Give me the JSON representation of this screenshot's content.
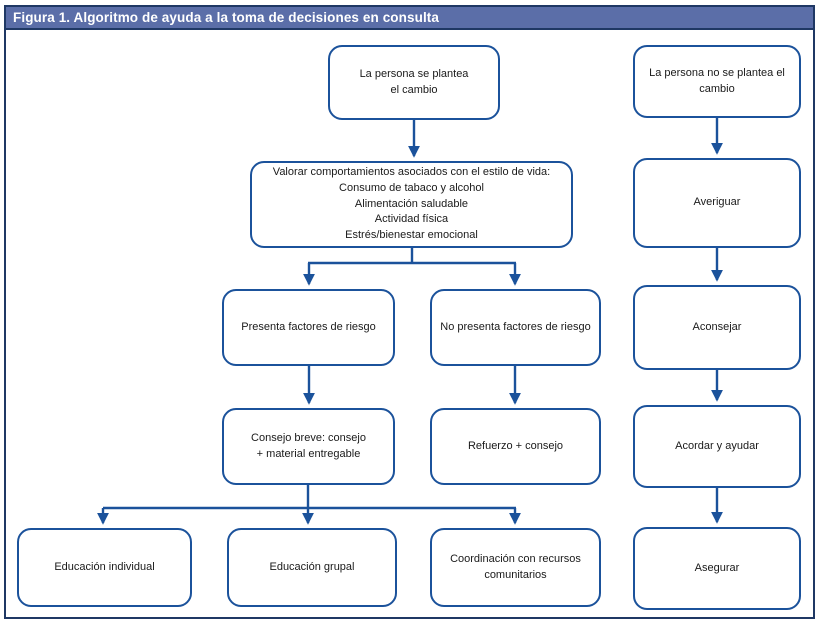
{
  "figure": {
    "title": "Figura 1. Algoritmo de ayuda a la toma de decisiones en consulta"
  },
  "colors": {
    "header_bg": "#5b6ea8",
    "frame_border": "#1f3864",
    "node_border": "#1b529b",
    "arrow": "#1b529b",
    "title_text": "#ffffff"
  },
  "nodes": {
    "plantea": {
      "label": "La persona se plantea\nel cambio"
    },
    "no_plantea": {
      "label": "La persona no se plantea el\ncambio"
    },
    "valorar": {
      "label": "Valorar comportamientos asociados con el estilo de vida:\nConsumo de tabaco y alcohol\nAlimentación saludable\nActividad física\nEstrés/bienestar emocional"
    },
    "presenta": {
      "label": "Presenta factores de riesgo"
    },
    "no_presenta": {
      "label": "No presenta factores de riesgo"
    },
    "consejo_breve": {
      "label": "Consejo breve: consejo\n+ material entregable"
    },
    "refuerzo": {
      "label": "Refuerzo + consejo"
    },
    "edu_individual": {
      "label": "Educación individual"
    },
    "edu_grupal": {
      "label": "Educación grupal"
    },
    "coordinacion": {
      "label": "Coordinación con recursos\ncomunitarios"
    },
    "averiguar": {
      "label": "Averiguar"
    },
    "aconsejar": {
      "label": "Aconsejar"
    },
    "acordar": {
      "label": "Acordar y ayudar"
    },
    "asegurar": {
      "label": "Asegurar"
    }
  },
  "edges": [
    {
      "from": "plantea",
      "to": "valorar"
    },
    {
      "from": "valorar",
      "to": "presenta"
    },
    {
      "from": "valorar",
      "to": "no_presenta"
    },
    {
      "from": "presenta",
      "to": "consejo_breve"
    },
    {
      "from": "no_presenta",
      "to": "refuerzo"
    },
    {
      "from": "consejo_breve",
      "to": "edu_individual"
    },
    {
      "from": "consejo_breve",
      "to": "edu_grupal"
    },
    {
      "from": "consejo_breve",
      "to": "coordinacion"
    },
    {
      "from": "no_plantea",
      "to": "averiguar"
    },
    {
      "from": "averiguar",
      "to": "aconsejar"
    },
    {
      "from": "aconsejar",
      "to": "acordar"
    },
    {
      "from": "acordar",
      "to": "asegurar"
    }
  ]
}
